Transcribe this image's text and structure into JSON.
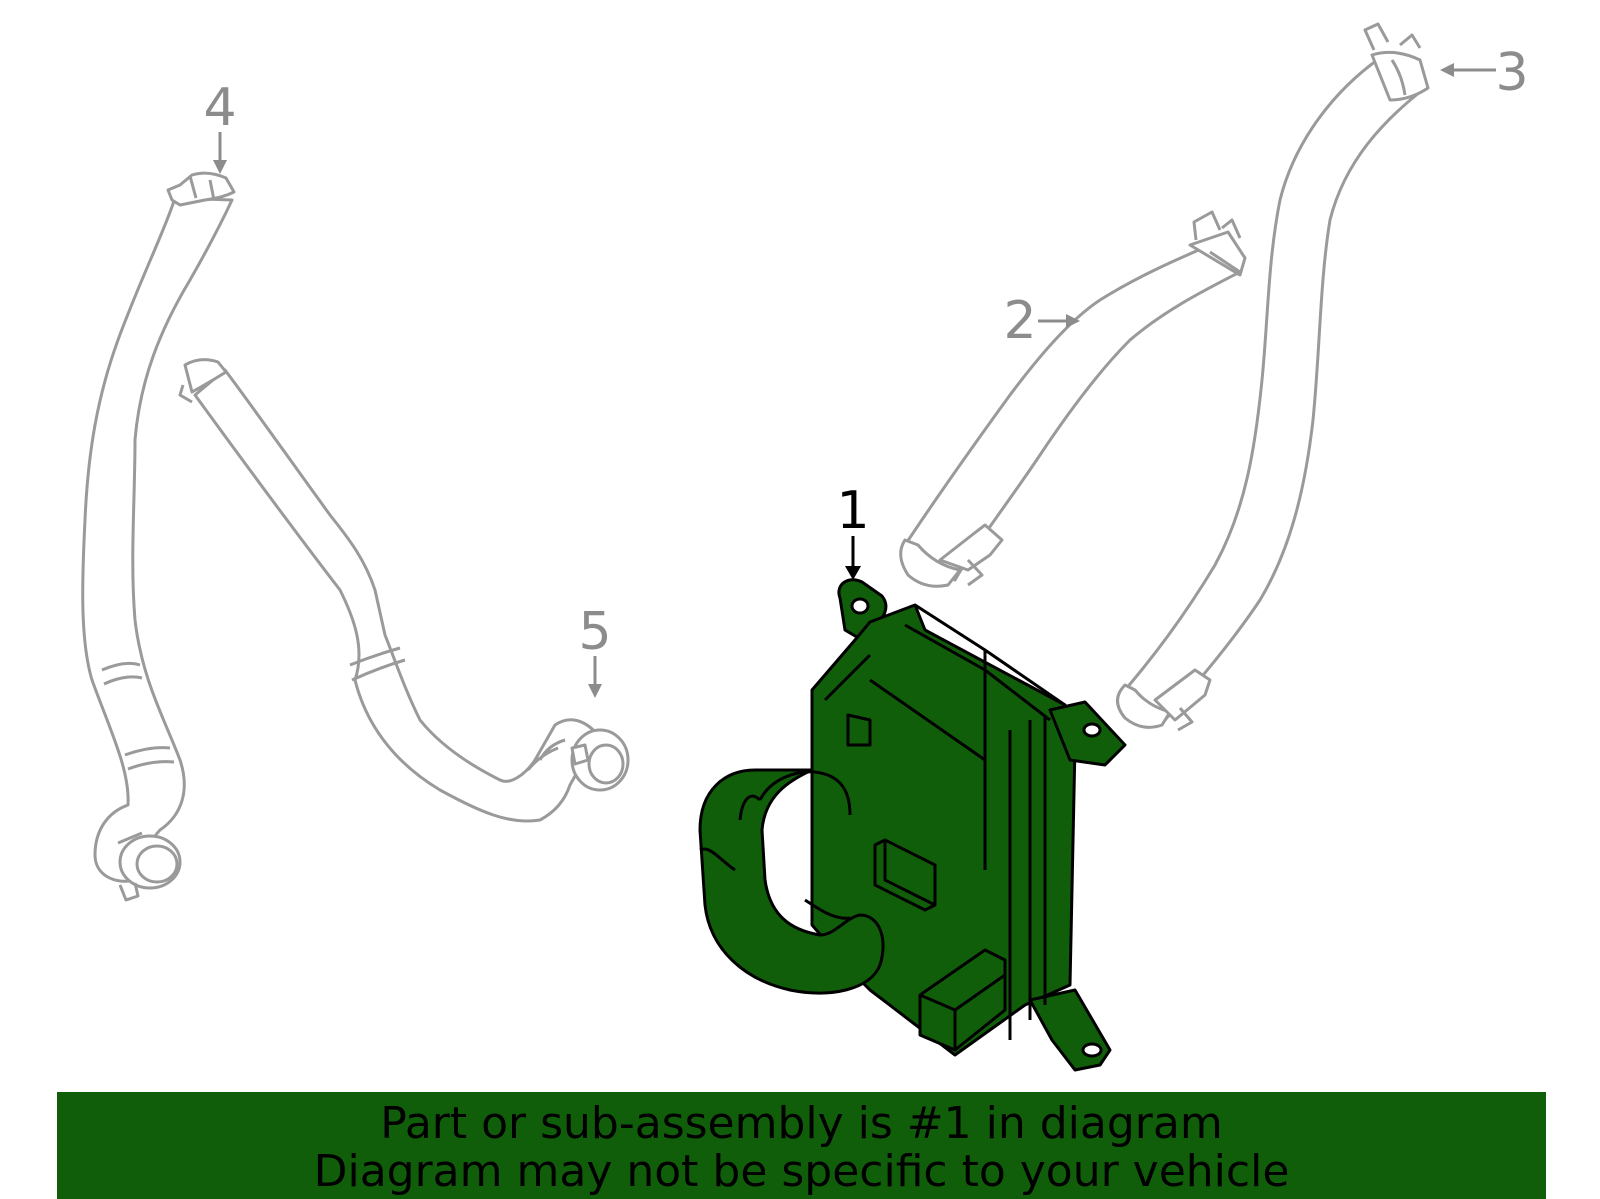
{
  "callouts": {
    "part1": "1",
    "part2": "2",
    "part3": "3",
    "part4": "4",
    "part5": "5"
  },
  "banner": {
    "line1": "Part or sub-assembly is #1 in diagram",
    "line2": "Diagram may not be specific to your vehicle"
  },
  "colors": {
    "highlight": "#115e0a",
    "banner_bg": "#115e0a",
    "ghost_lines": "#9a9a9a",
    "callout_gray": "#8c8c8c",
    "outline": "#000000"
  }
}
